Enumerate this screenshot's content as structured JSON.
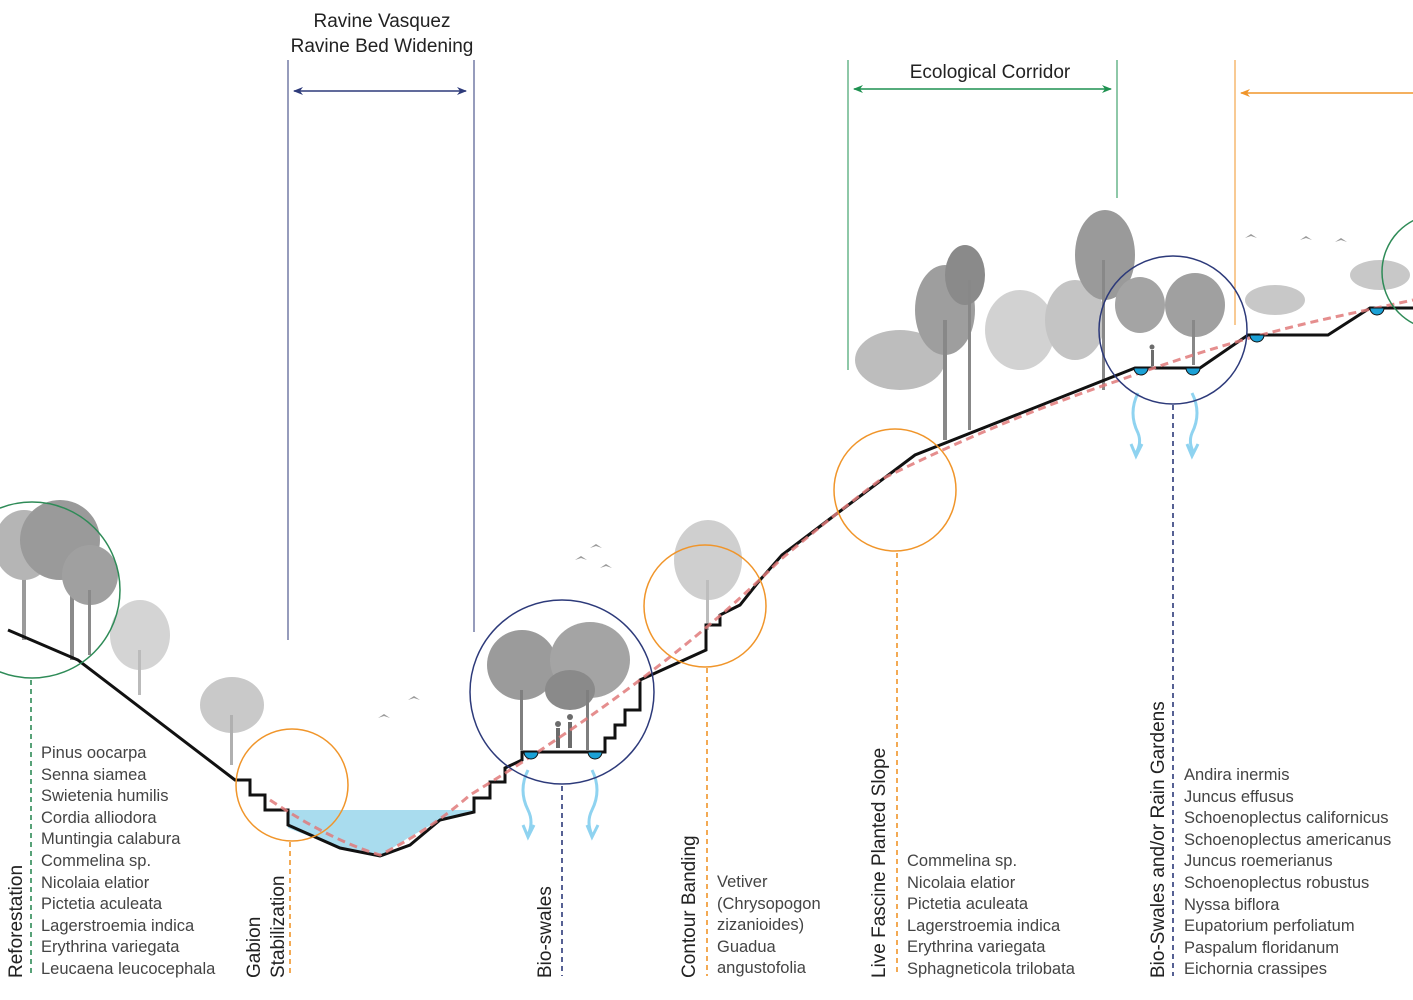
{
  "headers": {
    "ravine_line1": "Ravine Vasquez",
    "ravine_line2": "Ravine Bed Widening",
    "ecological_corridor": "Ecological Corridor"
  },
  "sections": [
    {
      "label": "Reforestation",
      "species": [
        "Pinus oocarpa",
        "Senna siamea",
        "Swietenia humilis",
        "Cordia alliodora",
        "Muntingia calabura",
        "Commelina sp.",
        "Nicolaia elatior",
        "Pictetia aculeata",
        "Lagerstroemia indica",
        "Erythrina variegata",
        "Leucaena leucocephala"
      ]
    },
    {
      "label_line1": "Gabion",
      "label_line2": "Stabilization",
      "species": []
    },
    {
      "label": "Bio-swales",
      "species": []
    },
    {
      "label": "Contour Banding",
      "species": [
        "Vetiver",
        "(Chrysopogon",
        "zizanioides)",
        "Guadua",
        "angustofolia"
      ]
    },
    {
      "label": "Live Fascine Planted Slope",
      "species": [
        "Commelina sp.",
        "Nicolaia elatior",
        "Pictetia aculeata",
        "Lagerstroemia indica",
        "Erythrina variegata",
        "Sphagneticola trilobata"
      ]
    },
    {
      "label": "Bio-Swales and/or Rain Gardens",
      "species": [
        "Andira inermis",
        "Juncus effusus",
        "Schoenoplectus californicus",
        "Schoenoplectus americanus",
        "Juncus roemerianus",
        "Schoenoplectus robustus",
        "Nyssa biflora",
        "Eupatorium perfoliatum",
        "Paspalum floridanum",
        "Eichornia crassipes"
      ]
    }
  ],
  "colors": {
    "reforestation": "#2e8b57",
    "stabilization": "#f0952a",
    "bioswale": "#2d3a7a",
    "corridor": "#1e9150",
    "water": "#a9dcee",
    "runoff": "#8fd3f0",
    "water_table": "#e07a7a",
    "terrain": "#111111",
    "vegetation": "#a8a8a8"
  }
}
